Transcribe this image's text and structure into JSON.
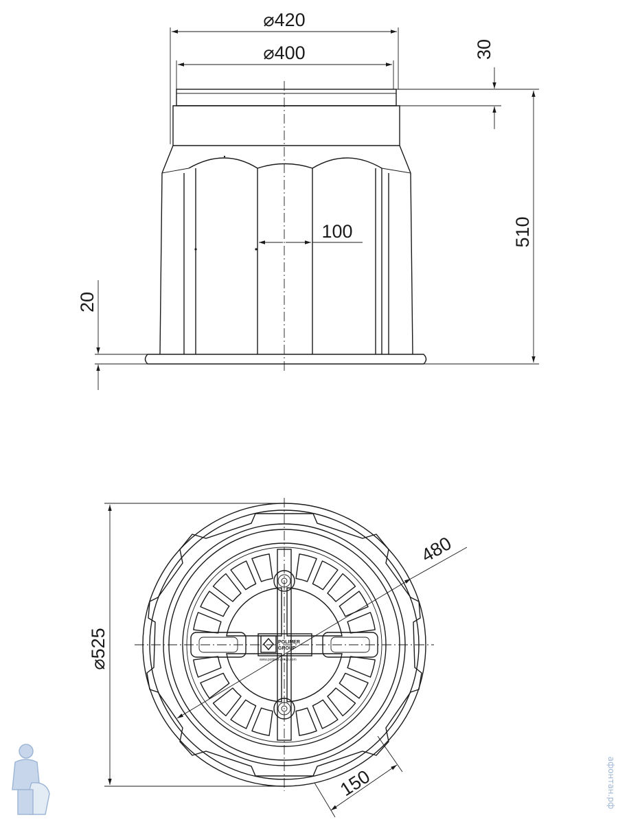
{
  "dimensions": {
    "outer_diameter": "⌀420",
    "inner_diameter": "⌀400",
    "collar_height": "30",
    "total_height": "510",
    "rib_width": "100",
    "base_thickness": "20",
    "ring_diameter": "⌀525",
    "cover_diameter": "480",
    "flat_width": "150"
  },
  "cover": {
    "brand_line1": "POLIMER",
    "brand_line2": "GROUP",
    "website": "www.polimer-group.com"
  },
  "watermark": {
    "text": "афонтан.рф",
    "logo": "plumber-mascot-icon"
  }
}
